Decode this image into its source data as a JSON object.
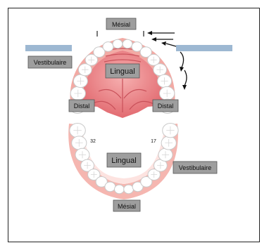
{
  "labels": {
    "mesial_upper": "Mésial",
    "mesial_lower": "Mésial",
    "vestibular_upper": "Vestibulaire",
    "vestibular_lower": "Vestibulaire",
    "lingual_upper": "Lingual",
    "lingual_lower": "Lingual",
    "distal_left": "Distal",
    "distal_right": "Distal",
    "tooth_32": "32",
    "tooth_17": "17"
  },
  "colors": {
    "label_bg": "#9e9e9e",
    "bar_blue": "#9db8d2",
    "gum_pink": "#f3aaa4",
    "palate_red": "#e9767a",
    "tooth_fill": "#ffffff",
    "tooth_outline": "#c9c9c9"
  }
}
